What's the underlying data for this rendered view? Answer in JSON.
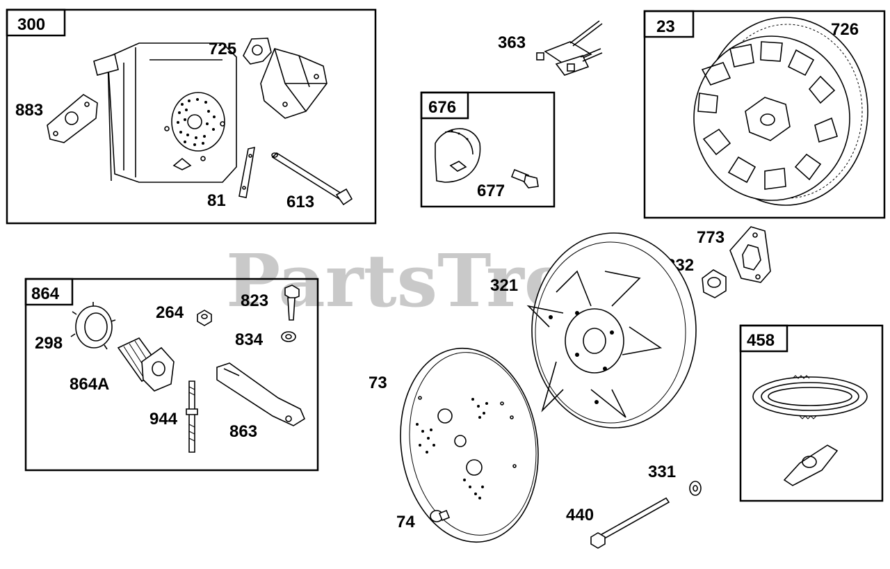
{
  "watermark": {
    "text": "PartsTree",
    "tm": "TM"
  },
  "groups": [
    {
      "id": "300",
      "label": "300"
    },
    {
      "id": "676",
      "label": "676"
    },
    {
      "id": "23",
      "label": "23"
    },
    {
      "id": "864",
      "label": "864"
    },
    {
      "id": "458",
      "label": "458"
    }
  ],
  "parts": {
    "p883": "883",
    "p725": "725",
    "p81": "81",
    "p613": "613",
    "p363": "363",
    "p677": "677",
    "p726": "726",
    "p773": "773",
    "p332": "332",
    "p321": "321",
    "p264": "264",
    "p823": "823",
    "p834": "834",
    "p298": "298",
    "p864A": "864A",
    "p944": "944",
    "p863": "863",
    "p73": "73",
    "p74": "74",
    "p331": "331",
    "p440": "440"
  }
}
